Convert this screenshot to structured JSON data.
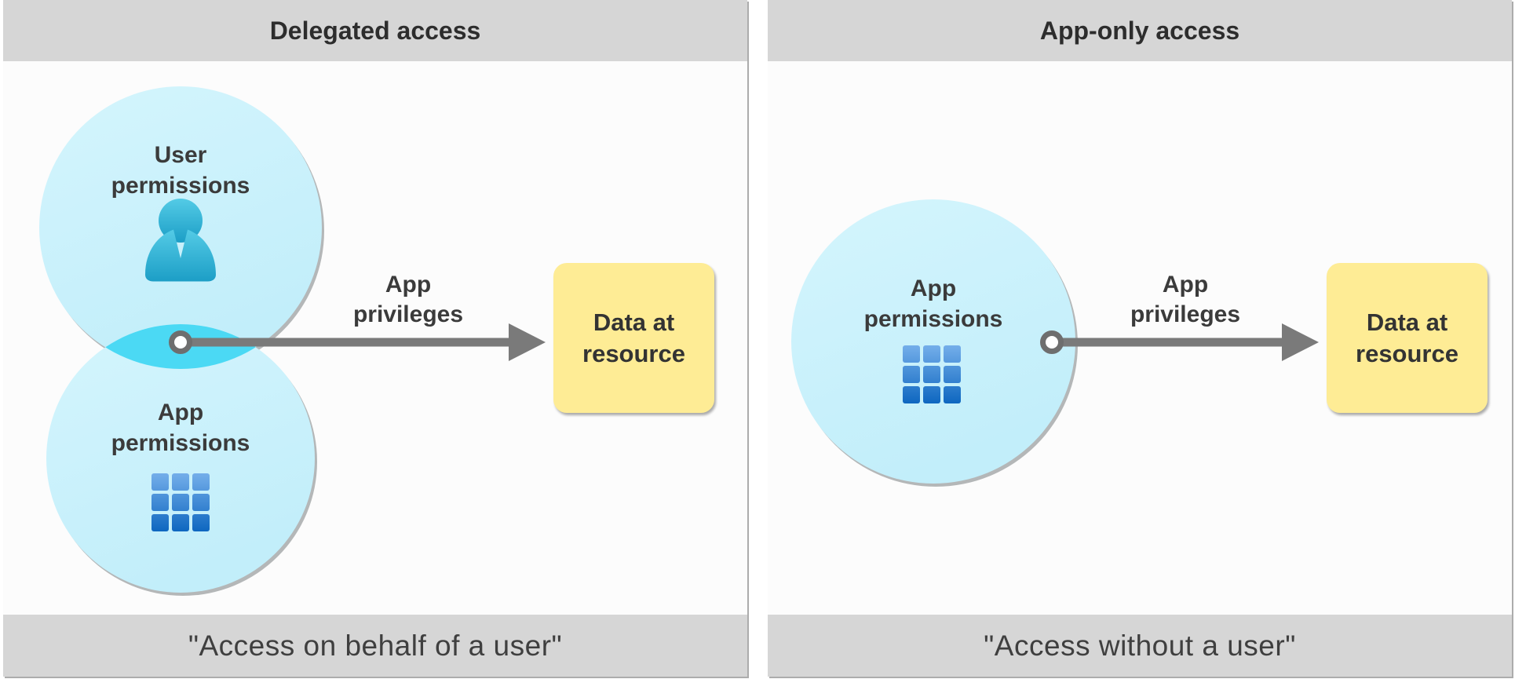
{
  "panels": {
    "delegated": {
      "title": "Delegated access",
      "user_circle_label": "User permissions",
      "app_circle_label": "App permissions",
      "arrow_label": "App privileges",
      "resource_label": "Data at resource",
      "caption": "\"Access on behalf of a user\""
    },
    "app_only": {
      "title": "App-only access",
      "app_circle_label": "App permissions",
      "arrow_label": "App privileges",
      "resource_label": "Data at resource",
      "caption": "\"Access without a user\""
    }
  },
  "colors": {
    "band_gray": "#d6d6d6",
    "panel_bg": "#fcfcfc",
    "circle_fill": "#c9f1fb",
    "overlap_fill": "#4bd9f4",
    "arrow_gray": "#7a7a7a",
    "resource_yellow": "#feec95",
    "user_icon_teal": "#2fb1d4",
    "app_icon_blue": "#1a73ce",
    "text_dark": "#333333"
  }
}
